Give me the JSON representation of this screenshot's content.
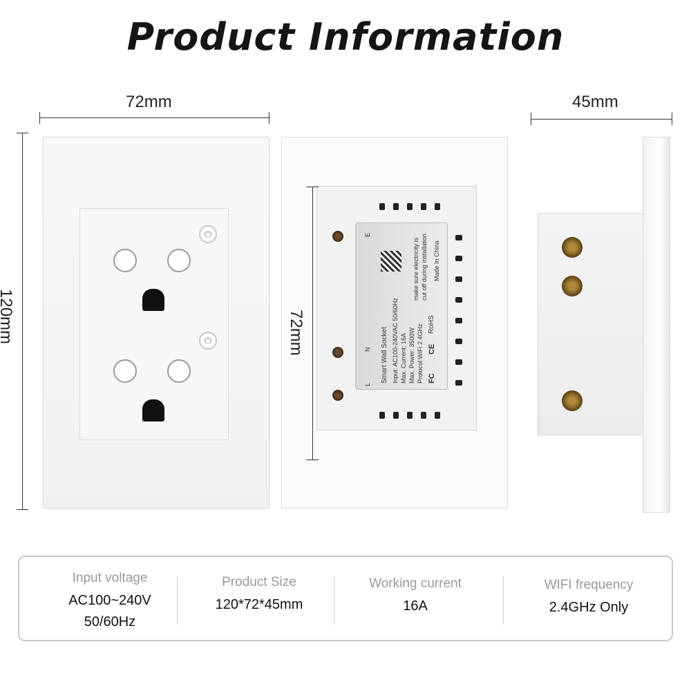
{
  "title": "Product Information",
  "dimensions": {
    "front_width": "72mm",
    "height": "120mm",
    "back_width": "72mm",
    "depth": "45mm"
  },
  "label_plate": {
    "product_name": "Smart Wall Socket",
    "input": "Input: AC100-240VAC 50/60Hz",
    "current": "Max. Current: 16A",
    "power": "Max. Power: 3500W",
    "protocol": "Protocol:WiFi 2.4GHz",
    "warning_1": "make sure electricity is",
    "warning_2": "cut off during installation.",
    "origin": "Made In China",
    "cert_fc": "FC",
    "cert_ce": "CE",
    "cert_rohs": "RoHS",
    "terminal_e": "E",
    "terminal_n": "N",
    "terminal_l": "L"
  },
  "specs": [
    {
      "label": "Input voltage",
      "value": "AC100~240V",
      "sub": "50/60Hz"
    },
    {
      "label": "Product Size",
      "value": "120*72*45mm"
    },
    {
      "label": "Working current",
      "value": "16A"
    },
    {
      "label": "WIFI frequency",
      "value": "2.4GHz Only"
    }
  ],
  "colors": {
    "border": "#c9c9c9",
    "label_text": "#9a9a9a",
    "value_text": "#111111"
  }
}
